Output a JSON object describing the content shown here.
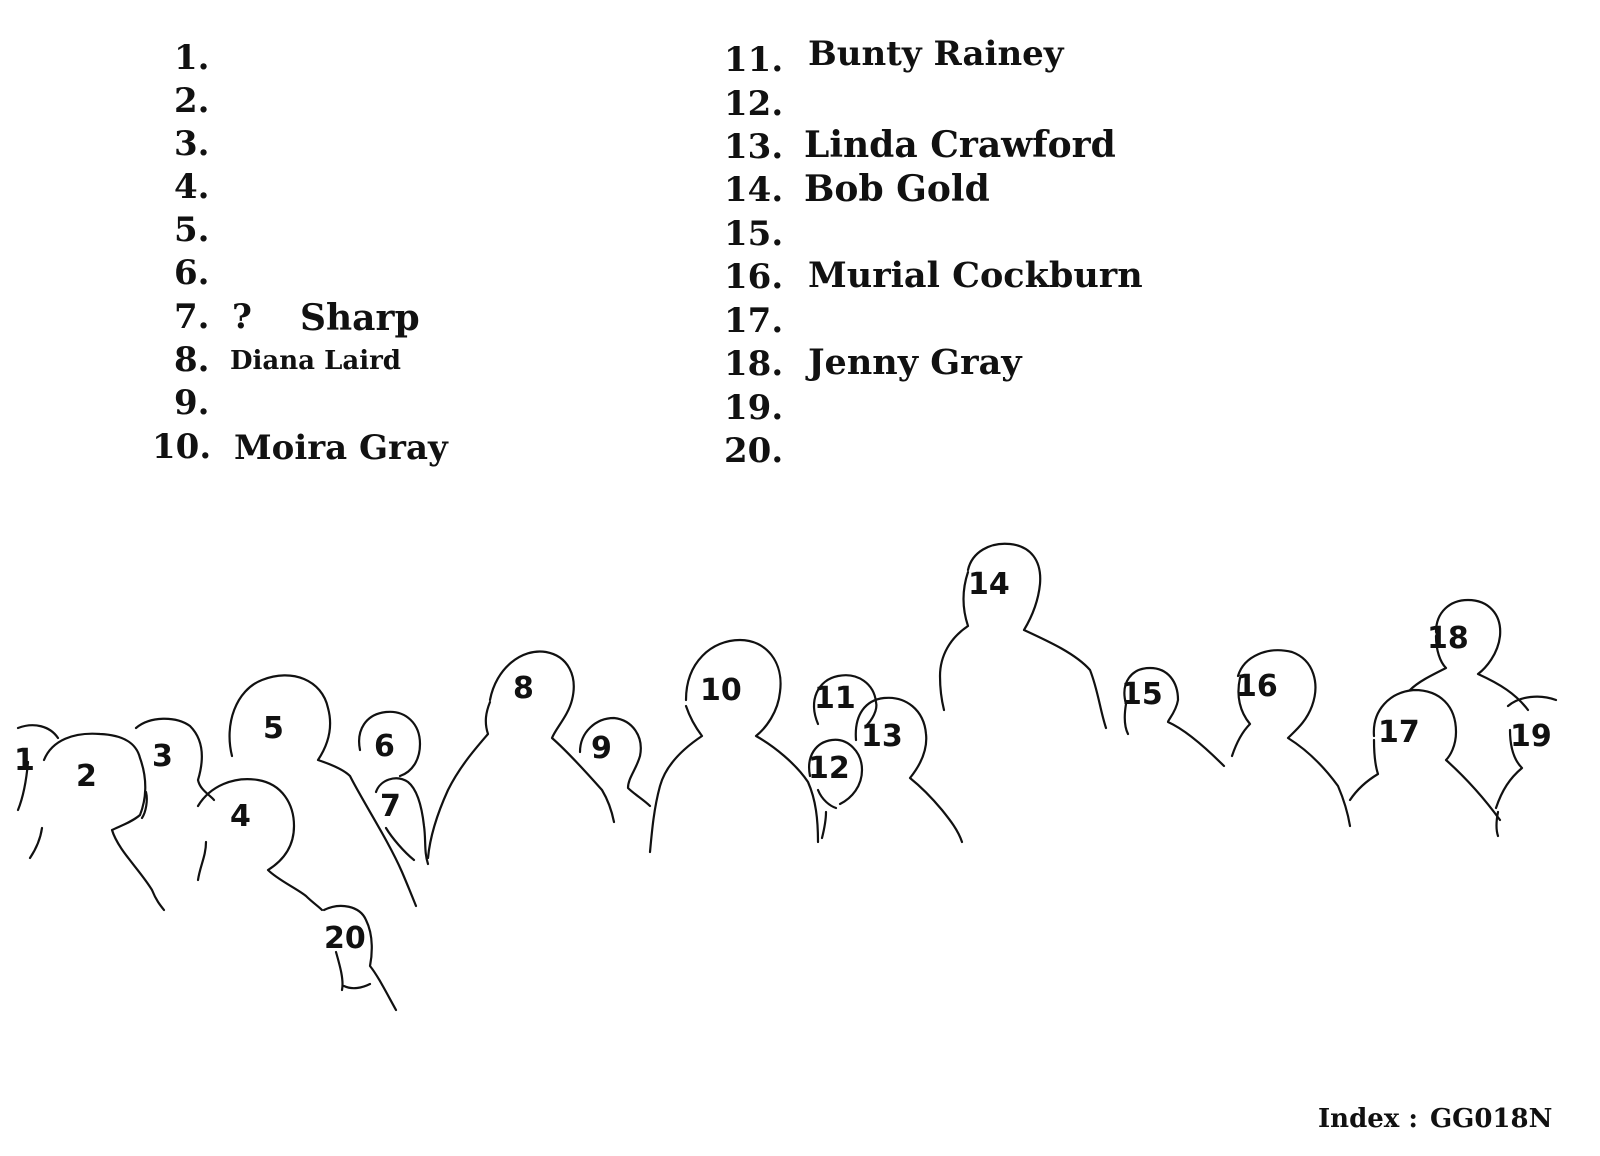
{
  "key": {
    "left": [
      {
        "number": "1.",
        "name": ""
      },
      {
        "number": "2.",
        "name": ""
      },
      {
        "number": "3.",
        "name": ""
      },
      {
        "number": "4.",
        "name": ""
      },
      {
        "number": "5.",
        "name": ""
      },
      {
        "number": "6.",
        "name": ""
      },
      {
        "number": "7.",
        "name": "?",
        "surname": "Sharp"
      },
      {
        "number": "8.",
        "name": "Diana Laird"
      },
      {
        "number": "9.",
        "name": ""
      },
      {
        "number": "10.",
        "name": "Moira Gray"
      }
    ],
    "right": [
      {
        "number": "11.",
        "name": "Bunty Rainey"
      },
      {
        "number": "12.",
        "name": ""
      },
      {
        "number": "13.",
        "name": "Linda Crawford"
      },
      {
        "number": "14.",
        "name": "Bob Gold"
      },
      {
        "number": "15.",
        "name": ""
      },
      {
        "number": "16.",
        "name": "Murial Cockburn"
      },
      {
        "number": "17.",
        "name": ""
      },
      {
        "number": "18.",
        "name": "Jenny Gray"
      },
      {
        "number": "19.",
        "name": ""
      },
      {
        "number": "20.",
        "name": ""
      }
    ]
  },
  "figure_labels": [
    "1",
    "2",
    "3",
    "4",
    "5",
    "6",
    "7",
    "8",
    "9",
    "10",
    "11",
    "12",
    "13",
    "14",
    "15",
    "16",
    "17",
    "18",
    "19",
    "20"
  ],
  "index": {
    "label": "Index :",
    "code": "GG018N"
  }
}
